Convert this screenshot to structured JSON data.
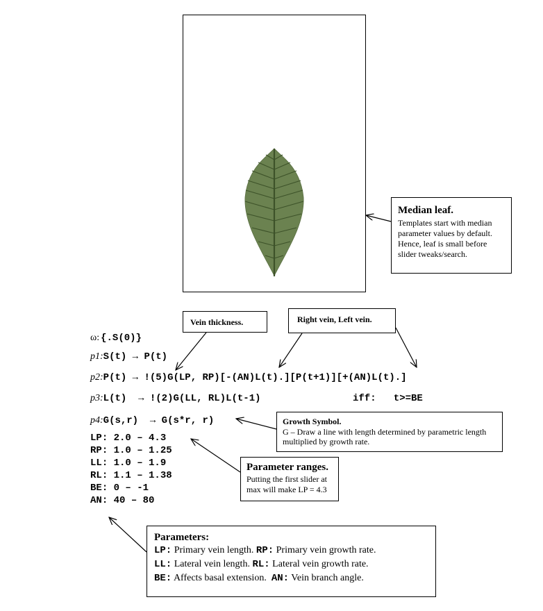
{
  "annotations": {
    "median_leaf": {
      "title": "Median leaf.",
      "body": "Templates start with median parameter values by default. Hence, leaf is small before slider tweaks/search."
    },
    "vein_thickness": {
      "title": "Vein thickness."
    },
    "right_left_vein": {
      "title": "Right vein, Left vein."
    },
    "growth_symbol": {
      "title": "Growth Symbol.",
      "body": "G – Draw a line with length determined by parametric length multiplied by growth rate."
    },
    "parameter_ranges": {
      "title": "Parameter ranges.",
      "body": "Putting the first slider at max will make LP = 4.3"
    }
  },
  "grammar": {
    "axiom": {
      "label": "ω:",
      "code": "{.S(0)}"
    },
    "p1": {
      "label": "p1:",
      "code": "S(t) → P(t)"
    },
    "p2": {
      "label": "p2:",
      "code": "P(t) → !(5)G(LP, RP)[-(AN)L(t).][P(t+1)][+(AN)L(t).]"
    },
    "p3": {
      "label": "p3:",
      "code": "L(t)  → !(2)G(LL, RL)L(t-1)",
      "condition": "iff:   t>=BE"
    },
    "p4": {
      "label": "p4:",
      "code": "G(s,r)  → G(s*r, r)"
    }
  },
  "ranges": [
    {
      "name": "LP",
      "range": "2.0 – 4.3"
    },
    {
      "name": "RP",
      "range": "1.0 – 1.25"
    },
    {
      "name": "LL",
      "range": "1.0 – 1.9"
    },
    {
      "name": "RL",
      "range": "1.1 – 1.38"
    },
    {
      "name": "BE",
      "range": "0 – -1"
    },
    {
      "name": "AN",
      "range": "40 – 80"
    }
  ],
  "legend": {
    "title": "Parameters:",
    "rows": [
      [
        {
          "key": "LP:",
          "desc": " Primary vein length. "
        },
        {
          "key": "RP:",
          "desc": " Primary vein growth rate."
        }
      ],
      [
        {
          "key": "LL:",
          "desc": " Lateral vein length. "
        },
        {
          "key": "RL:",
          "desc": " Lateral vein growth rate."
        }
      ],
      [
        {
          "key": "BE:",
          "desc": " Affects basal extension.  "
        },
        {
          "key": "AN:",
          "desc": " Vein branch angle."
        }
      ]
    ]
  },
  "colors": {
    "leaf_fill": "#6b8250",
    "leaf_vein": "#3d5229",
    "border": "#000000"
  }
}
